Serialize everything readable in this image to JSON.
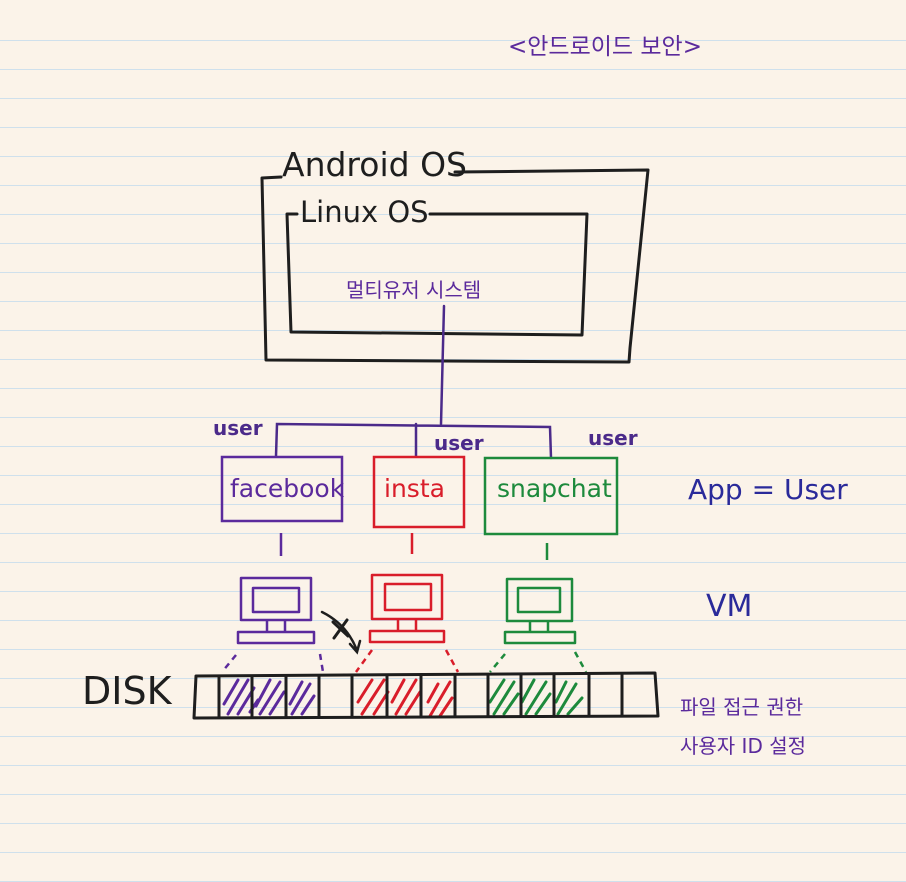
{
  "title": "<안드로이드 보안>",
  "android_os": "Android OS",
  "linux_os": "Linux OS",
  "multiuser_system": "멀티유저 시스템",
  "user_labels": [
    "user",
    "user",
    "user"
  ],
  "apps": [
    {
      "label": "facebook",
      "color": "#5b2a9c"
    },
    {
      "label": "insta",
      "color": "#d91d2a"
    },
    {
      "label": "snapchat",
      "color": "#1d8a3c"
    }
  ],
  "app_equals_user": "App = User",
  "vm_label": "VM",
  "disk_label": "DISK",
  "permission_note_1": "파일 접근 권한",
  "permission_note_2": "사용자 ID 설정",
  "colors": {
    "ink": "#1e1e1e",
    "purple": "#5b2a9c",
    "red": "#d91d2a",
    "green": "#1d8a3c",
    "navy": "#2a2a9a"
  }
}
